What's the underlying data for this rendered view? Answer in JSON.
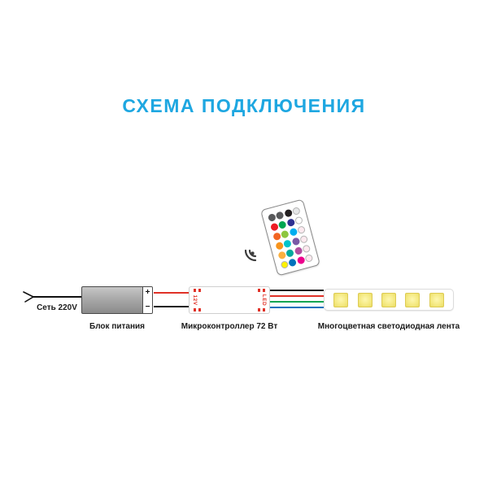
{
  "title": "СХЕМА ПОДКЛЮЧЕНИЯ",
  "theme": {
    "title_color": "#1ea7e1",
    "label_color": "#1a1a1a",
    "accent_red": "#e03127"
  },
  "mains": {
    "label": "Сеть 220V"
  },
  "power_supply": {
    "label": "Блок питания",
    "plus_mark": "+",
    "minus_mark": "−"
  },
  "controller": {
    "label": "Микроконтроллер 72 Вт",
    "left_port": "12V",
    "right_port": "LED"
  },
  "led_strip": {
    "label": "Многоцветная светодиодная лента",
    "led_count": 5
  },
  "wires": {
    "power": [
      "#e03127",
      "#1a1a1a"
    ],
    "signal": [
      "#1a1a1a",
      "#e03127",
      "#00a551",
      "#0072bc"
    ]
  },
  "remote": {
    "buttons": [
      "#58595b",
      "#58595b",
      "#231f20",
      "#e6e7e8",
      "#ed1c24",
      "#00a651",
      "#2e3192",
      "#ffffff",
      "#f26522",
      "#8dc63f",
      "#00aeef",
      "#fde9ef",
      "#f7941d",
      "#00c4cc",
      "#7b5aa6",
      "#fde9ef",
      "#fbb040",
      "#00a99d",
      "#b04fa0",
      "#fde9ef",
      "#fff200",
      "#0072bc",
      "#ec008c",
      "#fde9ef"
    ]
  }
}
